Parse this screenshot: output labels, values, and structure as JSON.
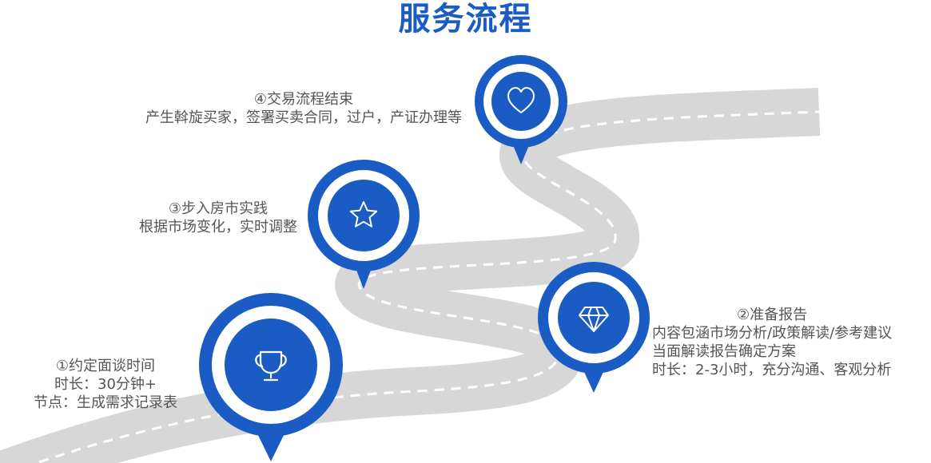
{
  "title": "服务流程",
  "colors": {
    "accent": "#1a5cc4",
    "road": "#d7d7d7",
    "road_dash": "#ffffff",
    "text": "#555555"
  },
  "steps": [
    {
      "icon": "trophy-icon",
      "heading": "①约定面谈时间",
      "lines": [
        "时长：30分钟+",
        "节点：生成需求记录表"
      ]
    },
    {
      "icon": "diamond-icon",
      "heading": "②准备报告",
      "lines": [
        "内容包涵市场分析/政策解读/参考建议",
        "当面解读报告确定方案",
        "时长：2-3小时，充分沟通、客观分析"
      ]
    },
    {
      "icon": "star-icon",
      "heading": "③步入房市实践",
      "lines": [
        "根据市场变化，实时调整"
      ]
    },
    {
      "icon": "heart-icon",
      "heading": "④交易流程结束",
      "lines": [
        "产生斡旋买家，签署买卖合同，过户，产证办理等"
      ]
    }
  ]
}
